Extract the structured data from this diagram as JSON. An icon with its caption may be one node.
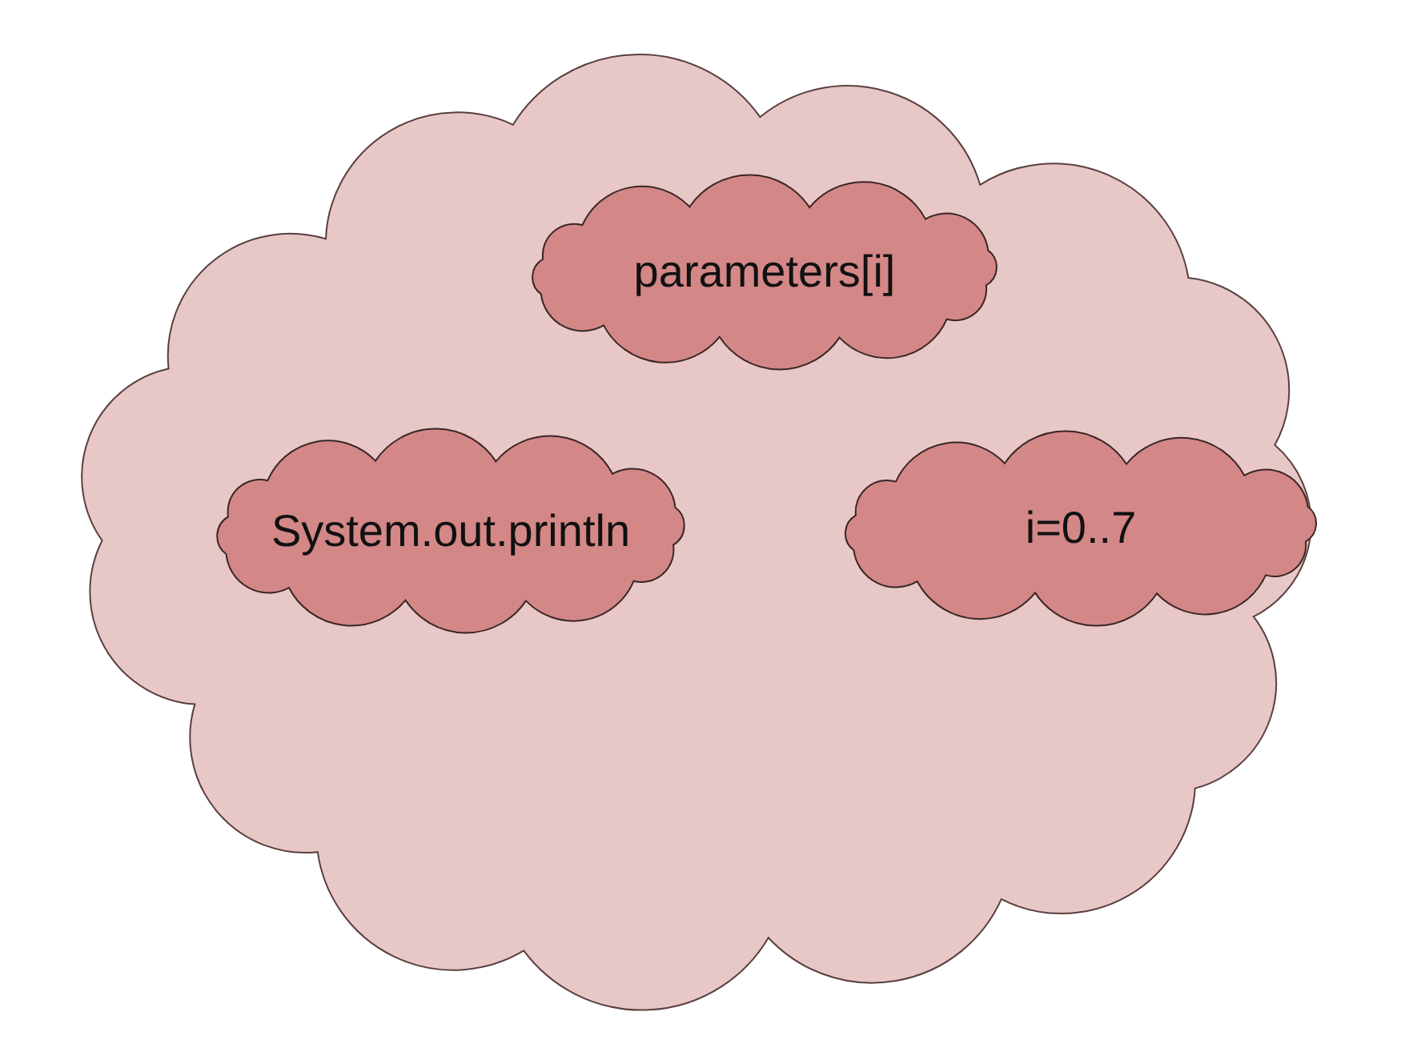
{
  "diagram": {
    "nodes": [
      {
        "text": [],
        "shape": "cloud"
      },
      {
        "text": [
          "parameters[i]"
        ],
        "in": 0
      },
      {
        "text": [
          "System.out.println"
        ],
        "in": 0
      },
      {
        "text": [
          "i=0..7"
        ],
        "in": 0
      }
    ]
  }
}
